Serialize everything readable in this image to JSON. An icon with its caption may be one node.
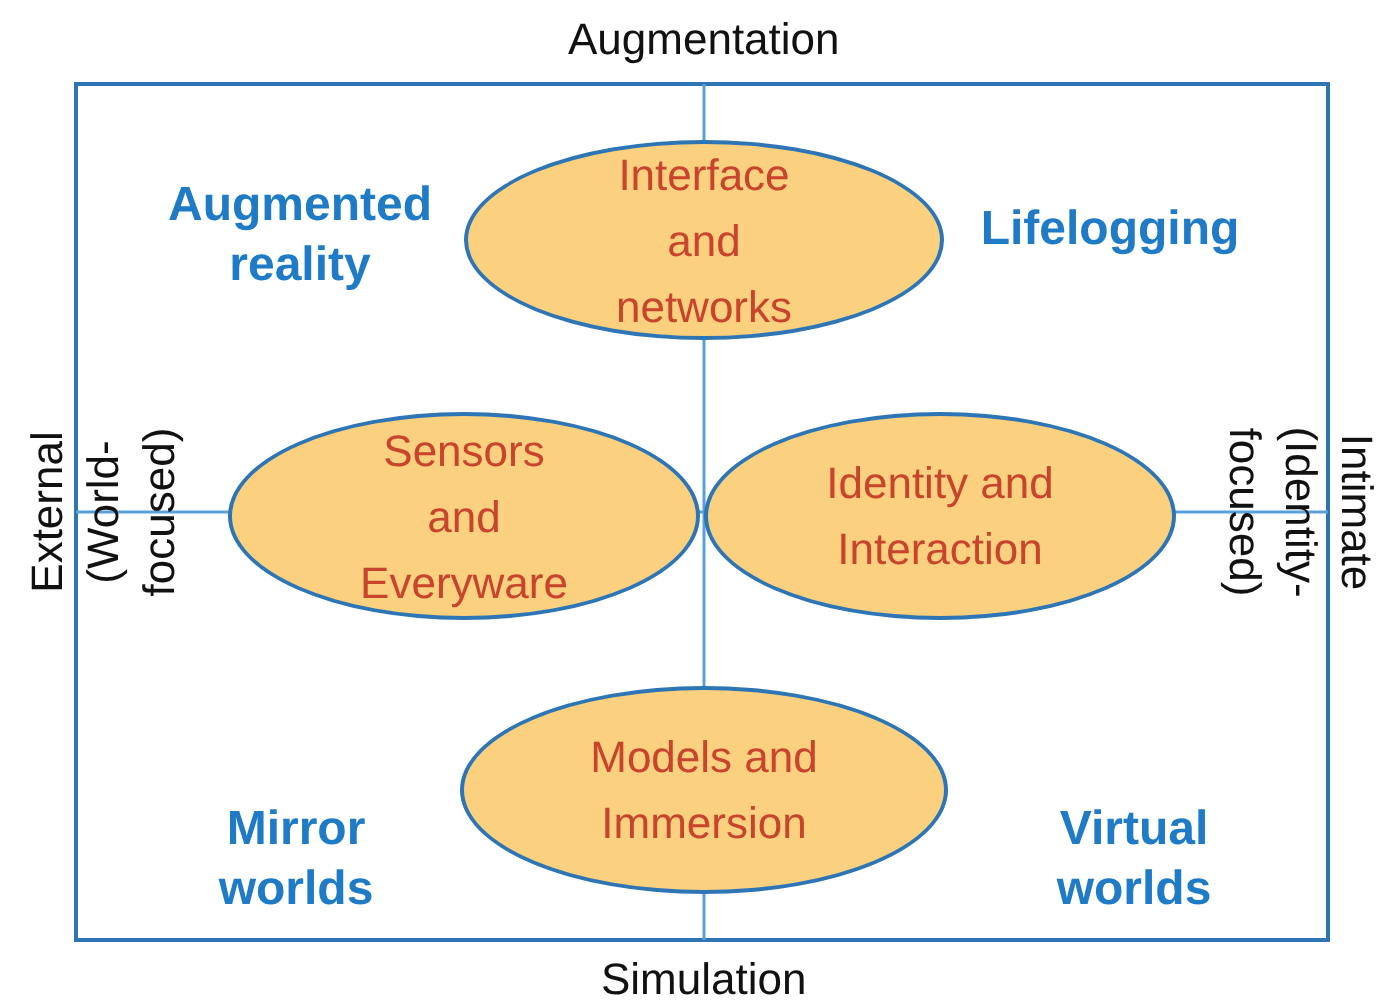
{
  "diagram": {
    "nodes": [
      {
        "text": [
          "Interface and networks"
        ]
      },
      {
        "text": [
          "Sensors and Everyware"
        ]
      },
      {
        "text": [
          "Identity and Interaction"
        ]
      },
      {
        "text": [
          "Models and Immersion"
        ]
      }
    ],
    "labels": [
      "Augmentation",
      "Augmented reality",
      "Lifelogging",
      "External (World- focused)",
      "Intimate (Identity- focused)",
      "Mirror worlds",
      "Virtual worlds",
      "Simulation"
    ]
  }
}
